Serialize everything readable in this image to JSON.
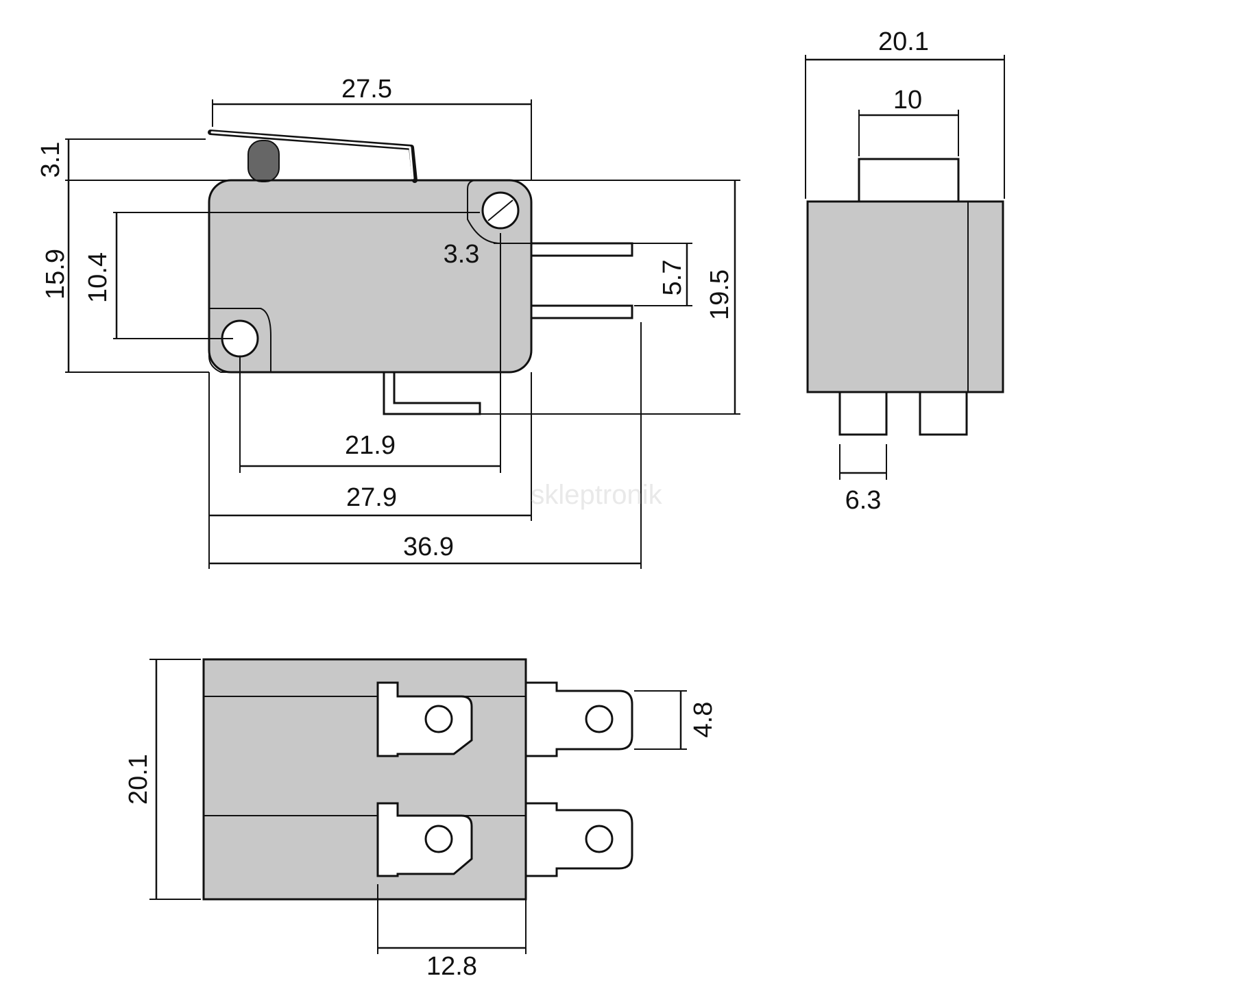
{
  "watermark": "skleptronik",
  "side_view": {
    "lever_span": "27.5",
    "lever_height": "3.1",
    "body_height": "15.9",
    "hole_spacing_vertical": "10.4",
    "mount_hole_diameter": "3.3",
    "terminal_pitch": "5.7",
    "overall_height": "19.5",
    "hole_spacing_horizontal": "21.9",
    "body_length": "27.9",
    "overall_length": "36.9"
  },
  "end_view": {
    "overall_width": "20.1",
    "plunger_width": "10",
    "terminal_width": "6.3"
  },
  "bottom_view": {
    "overall_width": "20.1",
    "tab_width": "4.8",
    "terminal_offset": "12.8"
  },
  "colors": {
    "body": "#c8c8c8",
    "actuator_pin": "#666666",
    "line": "#111111"
  }
}
